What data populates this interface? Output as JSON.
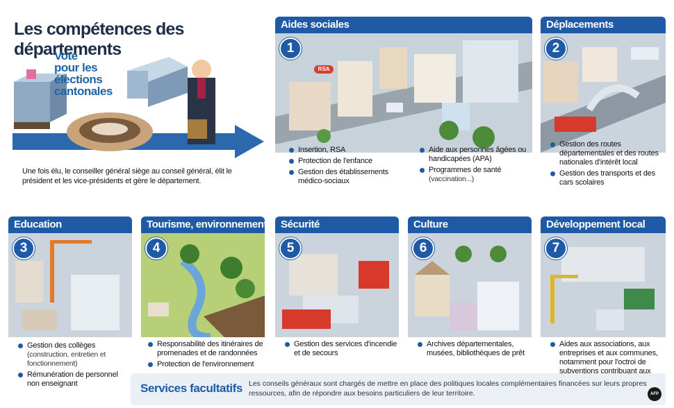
{
  "intro": {
    "title": "Les compétences des départements",
    "vote_label": [
      "Vote",
      "pour les",
      "élections",
      "cantonales"
    ],
    "text": "Une fois élu, le conseiller général siège au conseil général, élit le président et les vice-présidents et gère le département."
  },
  "panels": {
    "aides": {
      "title": "Aides sociales",
      "number": "1",
      "col1": [
        "Insertion, RSA",
        "Protection de l'enfance",
        "Gestion des établissements médico-sociaux"
      ],
      "col2_item1": "Aide aux personnes âgées ou handicapées (APA)",
      "col2_item2": "Programmes de santé",
      "col2_item2_sub": "(vaccination...)",
      "sign": "RSA"
    },
    "deplacements": {
      "title": "Déplacements",
      "number": "2",
      "items": [
        "Gestion des routes départementales et des routes nationales d'intérêt local",
        "Gestion des transports et des cars scolaires"
      ]
    },
    "education": {
      "title": "Education",
      "number": "3",
      "item1": "Gestion des collèges",
      "item1_sub": "(construction, entretien et fonctionnement)",
      "item2": "Rémunération de personnel non enseignant"
    },
    "tourisme": {
      "title": "Tourisme, environnement",
      "number": "4",
      "items": [
        "Responsabilité des itinéraires de promenades et de randonnées",
        "Protection de l'environnement"
      ]
    },
    "securite": {
      "title": "Sécurité",
      "number": "5",
      "items": [
        "Gestion des services d'incendie et de secours"
      ]
    },
    "culture": {
      "title": "Culture",
      "number": "6",
      "items": [
        "Archives départementales, musées, bibliothèques de prêt"
      ]
    },
    "developpement": {
      "title": "Développement local",
      "number": "7",
      "items": [
        "Aides aux associations, aux entreprises et aux communes, notamment pour l'octroi de subventions contribuant aux réalisations municipales"
      ]
    }
  },
  "services": {
    "title": "Services facultatifs",
    "text": "Les conseils généraux sont chargés de mettre en place des politiques locales complémentaires financées sur leurs propres ressources, afin de répondre aux besoins particuliers de leur territoire.",
    "logo": "AFP"
  },
  "colors": {
    "header_blue": "#1f5aa6",
    "title_navy": "#1d2f48",
    "vote_blue": "#1d63a8",
    "services_bg": "#eaf0f6"
  }
}
